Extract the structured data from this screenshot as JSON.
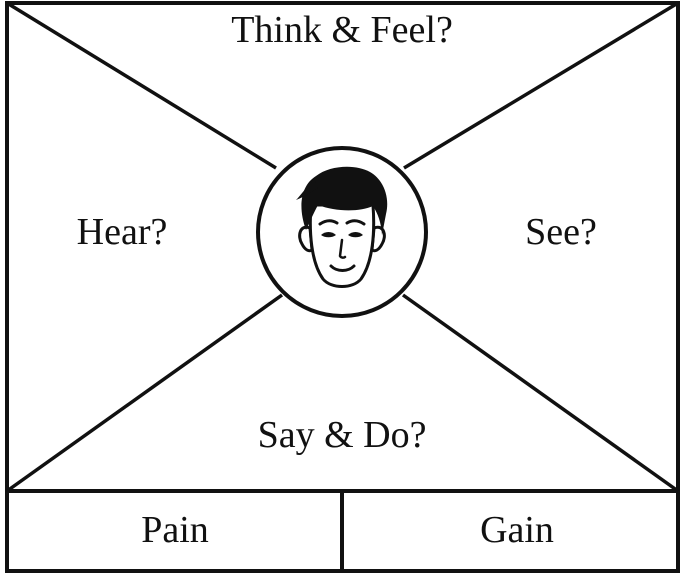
{
  "quadrants": {
    "top": "Think & Feel?",
    "left": "Hear?",
    "right": "See?",
    "bottom": "Say & Do?"
  },
  "footer": {
    "left": "Pain",
    "right": "Gain"
  },
  "center": {
    "icon": "face-avatar-icon"
  },
  "colors": {
    "stroke": "#111111",
    "background": "#ffffff"
  }
}
